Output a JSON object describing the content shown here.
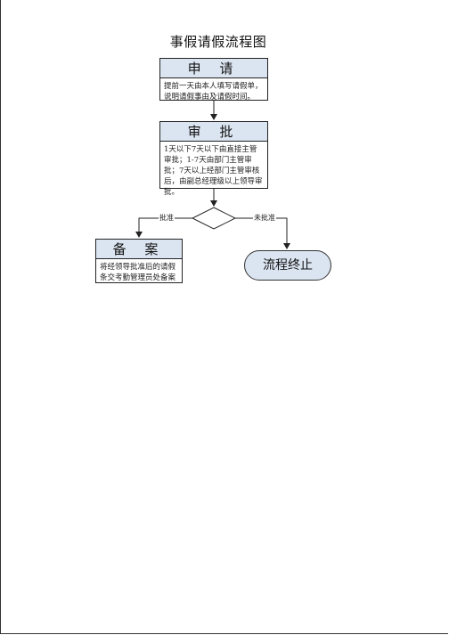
{
  "title": "事假请假流程图",
  "nodes": {
    "apply": {
      "heading": "申 请",
      "body": "提前一天由本人填写请假单，说明请假事由及请假时间。"
    },
    "approve": {
      "heading": "审 批",
      "body": "1天以下7天以下由直接主管审批；1-7天由部门主管审批；7天以上经部门主管审核后，由副总经理级以上领导审批。"
    },
    "record": {
      "heading": "备 案",
      "body": "将经领导批准后的请假条交考勤管理员处备案"
    },
    "end": {
      "label": "流程终止"
    }
  },
  "edges": {
    "approved": "批准",
    "rejected": "未批准"
  },
  "colors": {
    "header_fill": "#dbe5f1",
    "line": "#222222"
  }
}
